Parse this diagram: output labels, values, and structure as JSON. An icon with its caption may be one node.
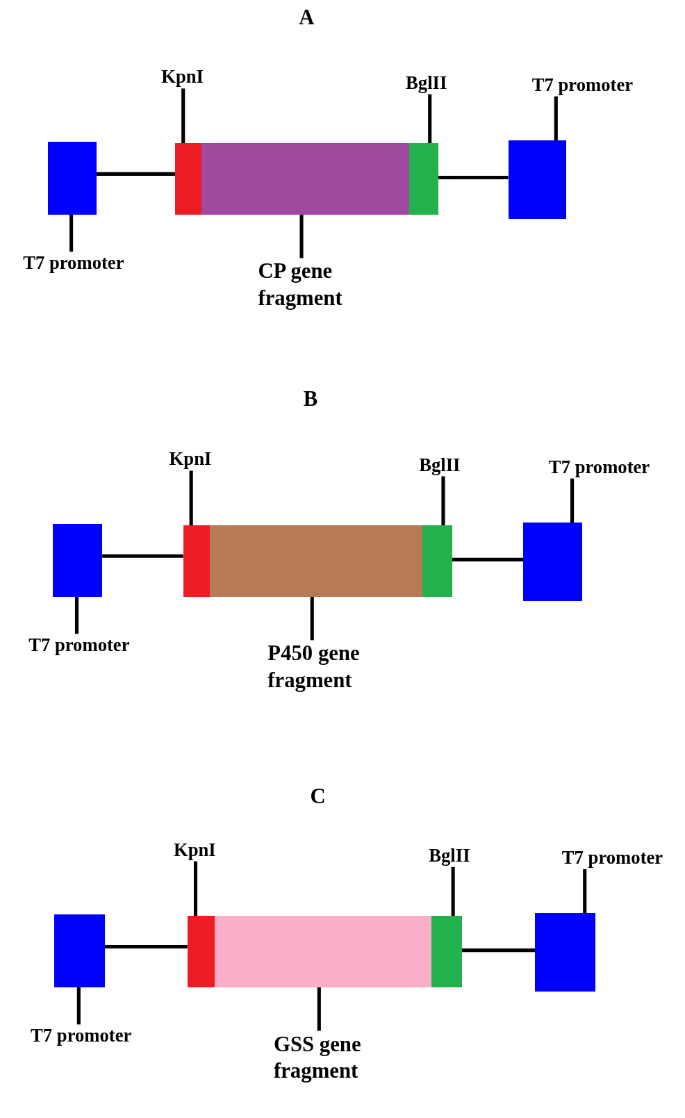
{
  "diagram": {
    "nodes": [
      {
        "text": [
          "KpnI"
        ]
      },
      {
        "text": [
          "BglII"
        ]
      },
      {
        "text": [
          "T7 promoter"
        ]
      },
      {
        "text": [],
        "shape": "box"
      },
      {
        "text": [],
        "shape": "box"
      },
      {
        "text": [],
        "shape": "box"
      },
      {
        "text": [],
        "shape": "box"
      },
      {
        "text": [],
        "shape": "box"
      },
      {
        "text": [
          "T7 promoter"
        ]
      },
      {
        "text": [
          "CP gene fragment"
        ]
      },
      {
        "text": [
          "KpnI"
        ]
      },
      {
        "text": [
          "BglII"
        ]
      },
      {
        "text": [
          "T7 promoter"
        ]
      },
      {
        "text": [],
        "shape": "box"
      },
      {
        "text": [],
        "shape": "box"
      },
      {
        "text": [],
        "shape": "box"
      },
      {
        "text": [],
        "shape": "box"
      },
      {
        "text": [],
        "shape": "box"
      },
      {
        "text": [
          "T7 promoter"
        ]
      },
      {
        "text": [
          "P450 gene fragment"
        ]
      },
      {
        "text": [
          "KpnI"
        ]
      },
      {
        "text": [
          "BglII"
        ]
      },
      {
        "text": [
          "T7 promoter"
        ]
      },
      {
        "text": [],
        "shape": "box"
      },
      {
        "text": [],
        "shape": "box"
      },
      {
        "text": [],
        "shape": "box"
      },
      {
        "text": [],
        "shape": "box"
      },
      {
        "text": [],
        "shape": "box"
      },
      {
        "text": [
          "T7 promoter"
        ]
      },
      {
        "text": [
          "GSS gene fragment"
        ]
      }
    ],
    "edges": [
      {
        "from": 3,
        "to": 4,
        "arrow": "none"
      },
      {
        "from": 6,
        "to": 7,
        "arrow": "none"
      },
      {
        "from": 0,
        "to": 4,
        "arrow": "none"
      },
      {
        "from": 1,
        "to": 6,
        "arrow": "none"
      },
      {
        "from": 2,
        "to": 7,
        "arrow": "none"
      },
      {
        "from": 8,
        "to": 3,
        "arrow": "none"
      },
      {
        "from": 9,
        "to": 5,
        "arrow": "none"
      },
      {
        "from": 13,
        "to": 14,
        "arrow": "none"
      },
      {
        "from": 16,
        "to": 17,
        "arrow": "none"
      },
      {
        "from": 10,
        "to": 14,
        "arrow": "none"
      },
      {
        "from": 11,
        "to": 16,
        "arrow": "none"
      },
      {
        "from": 12,
        "to": 17,
        "arrow": "none"
      },
      {
        "from": 18,
        "to": 13,
        "arrow": "none"
      },
      {
        "from": 19,
        "to": 15,
        "arrow": "none"
      },
      {
        "from": 23,
        "to": 24,
        "arrow": "none"
      },
      {
        "from": 26,
        "to": 27,
        "arrow": "none"
      },
      {
        "from": 20,
        "to": 24,
        "arrow": "none"
      },
      {
        "from": 21,
        "to": 26,
        "arrow": "none"
      },
      {
        "from": 22,
        "to": 27,
        "arrow": "none"
      },
      {
        "from": 28,
        "to": 23,
        "arrow": "none"
      },
      {
        "from": 29,
        "to": 25,
        "arrow": "none"
      }
    ],
    "labels": [
      "A",
      "B",
      "C"
    ]
  }
}
